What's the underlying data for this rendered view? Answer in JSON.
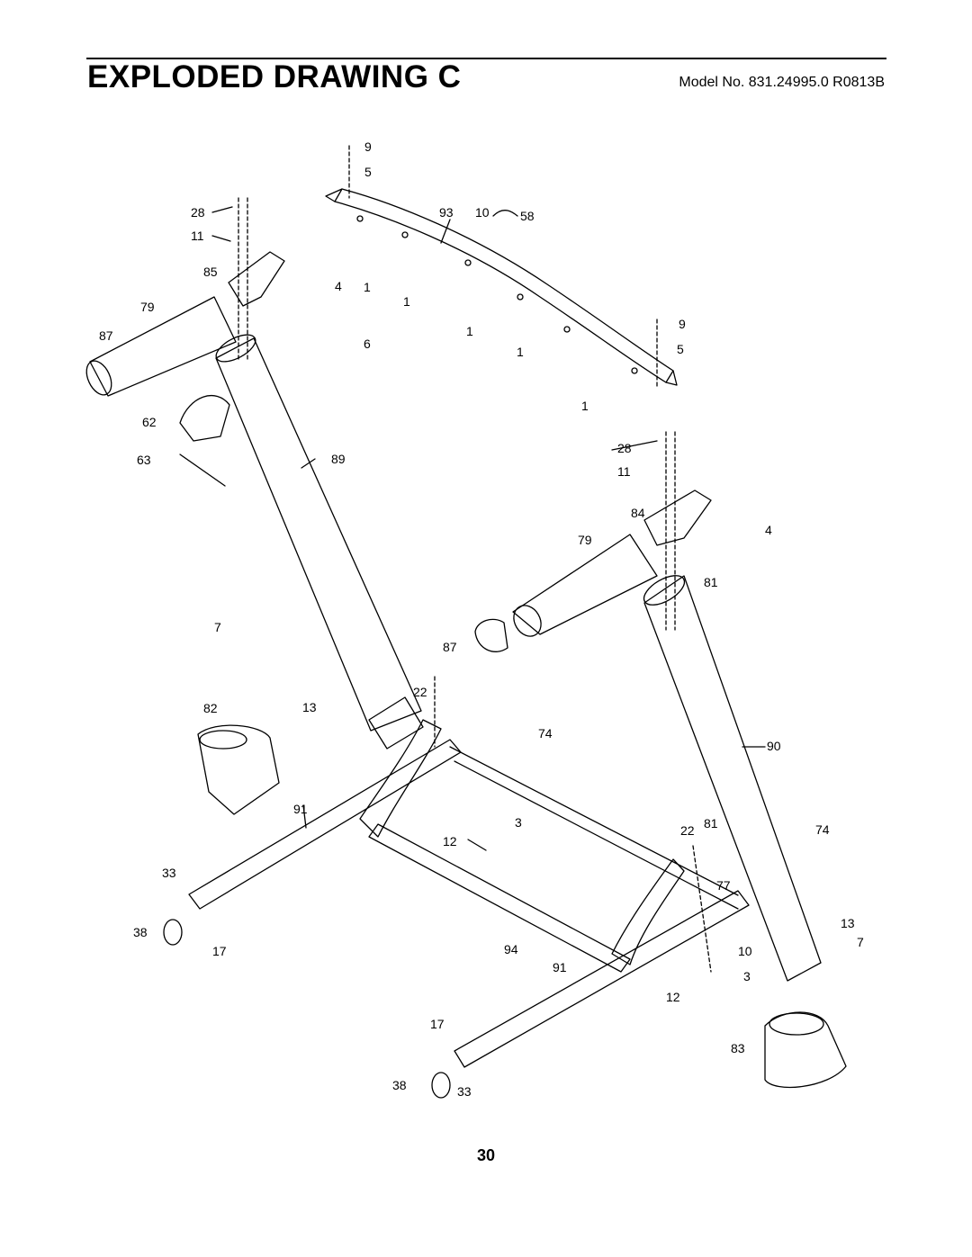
{
  "header": {
    "title": "EXPLODED DRAWING C",
    "model": "Model No. 831.24995.0 R0813B"
  },
  "page_number": "30",
  "part_labels": [
    "9",
    "5",
    "28",
    "11",
    "93",
    "10",
    "58",
    "85",
    "4",
    "1",
    "1",
    "79",
    "1",
    "9",
    "87",
    "6",
    "5",
    "1",
    "1",
    "62",
    "89",
    "63",
    "28",
    "11",
    "84",
    "4",
    "79",
    "81",
    "7",
    "87",
    "22",
    "13",
    "82",
    "74",
    "90",
    "91",
    "3",
    "22",
    "81",
    "74",
    "12",
    "33",
    "77",
    "38",
    "13",
    "7",
    "17",
    "94",
    "10",
    "91",
    "3",
    "12",
    "17",
    "83",
    "38",
    "33"
  ]
}
